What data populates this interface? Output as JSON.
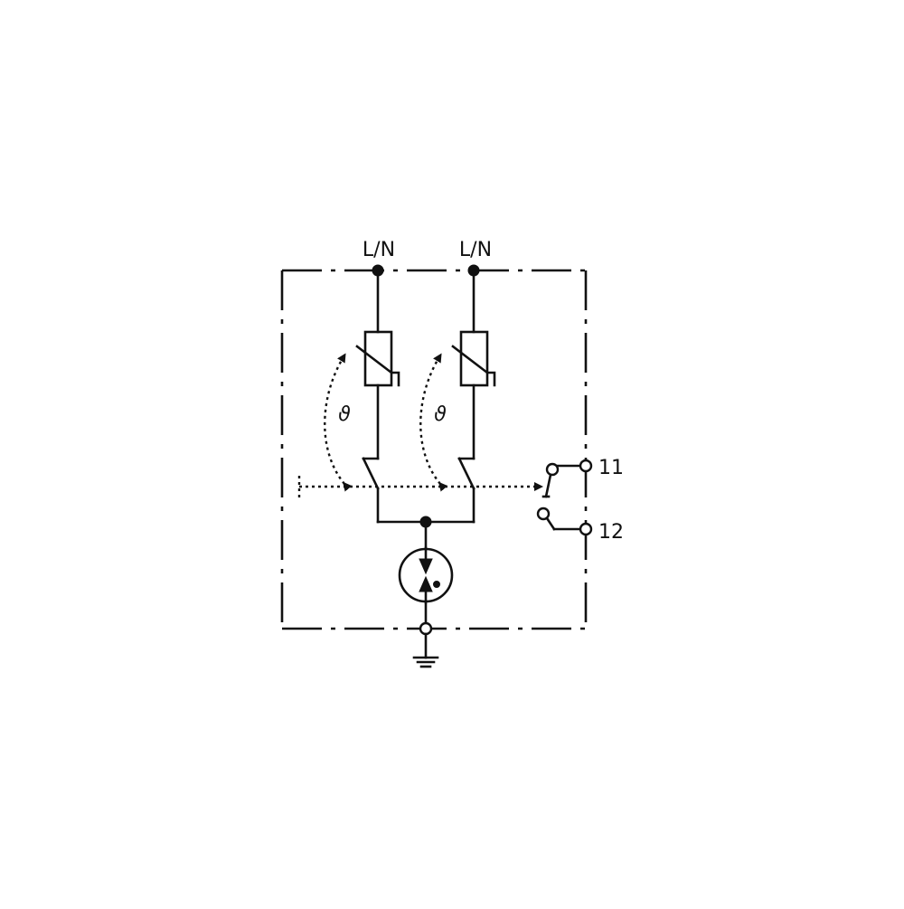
{
  "diagram": {
    "terminals": {
      "top_left": "L/N",
      "top_right": "L/N",
      "contact_upper": "11",
      "contact_lower": "12"
    },
    "thermal_symbol_left": "ϑ",
    "thermal_symbol_right": "ϑ",
    "colors": {
      "line": "#111111",
      "background": "#ffffff"
    },
    "icons": [
      "varistor-icon",
      "thermal-disconnector-icon",
      "spark-gap-icon",
      "ground-icon",
      "remote-contact-icon"
    ]
  }
}
